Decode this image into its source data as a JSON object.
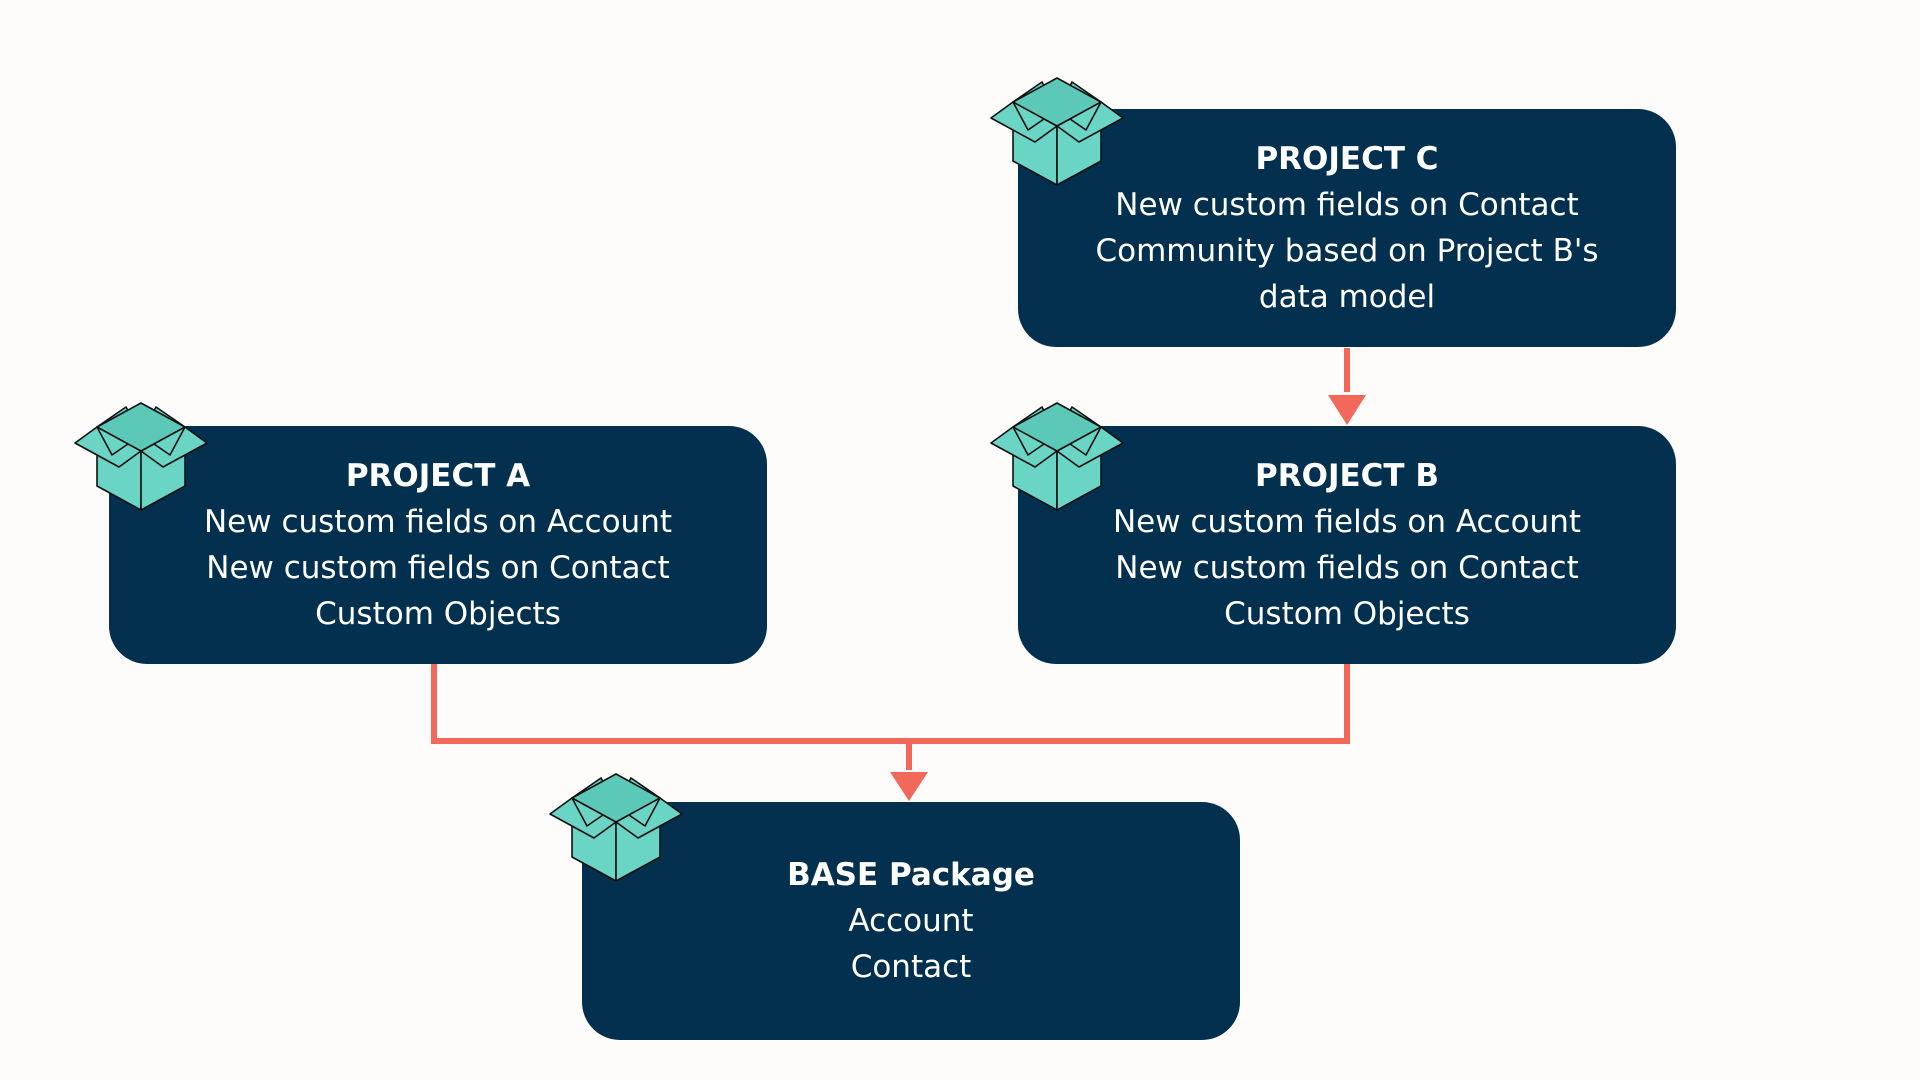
{
  "colors": {
    "background": "#fdfcfb",
    "node_fill": "#03304e",
    "node_text": "#ffffff",
    "connector": "#f2695b",
    "box_icon_fill": "#6ad5c4",
    "box_icon_stroke": "#111111"
  },
  "nodes": {
    "project_c": {
      "icon": "open-box-icon",
      "title": "PROJECT C",
      "lines": [
        "New custom fields on Contact",
        "Community based on Project B's data model"
      ]
    },
    "project_b": {
      "icon": "open-box-icon",
      "title": "PROJECT B",
      "lines": [
        "New custom fields on Account",
        "New custom fields on Contact",
        "Custom Objects"
      ]
    },
    "project_a": {
      "icon": "open-box-icon",
      "title": "PROJECT A",
      "lines": [
        "New custom fields on Account",
        "New custom fields on Contact",
        "Custom Objects"
      ]
    },
    "base": {
      "icon": "open-box-icon",
      "title": "BASE Package",
      "lines": [
        "Account",
        "Contact"
      ]
    }
  },
  "edges": [
    {
      "from": "PROJECT C",
      "to": "PROJECT B"
    },
    {
      "from": "PROJECT B",
      "to": "BASE Package"
    },
    {
      "from": "PROJECT A",
      "to": "BASE Package"
    }
  ]
}
